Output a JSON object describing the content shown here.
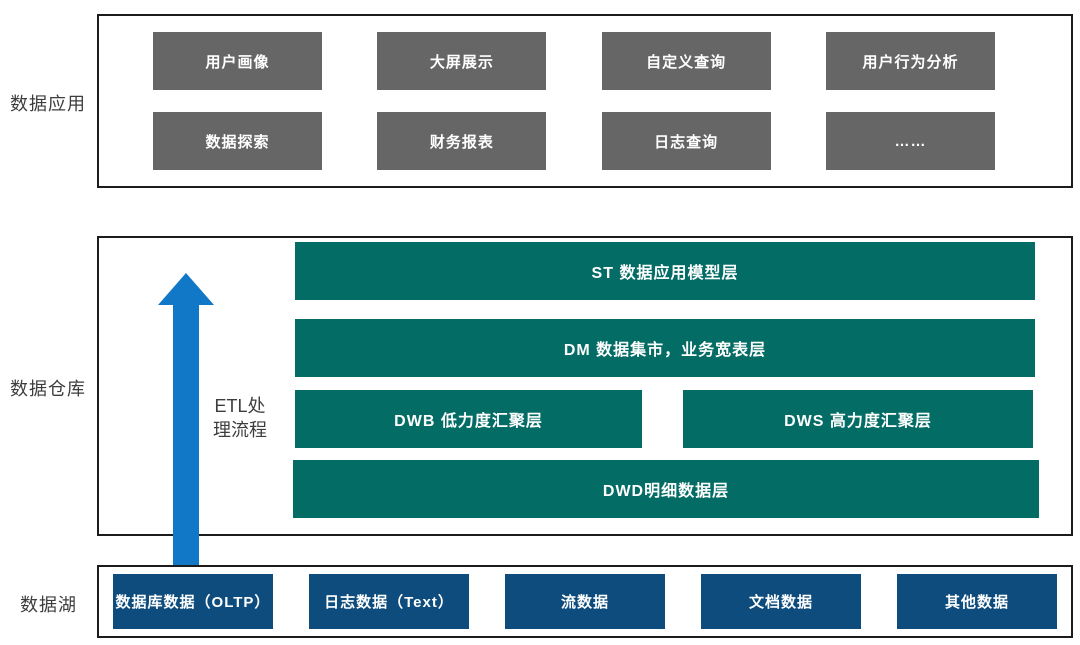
{
  "labels": {
    "application": "数据应用",
    "warehouse": "数据仓库",
    "lake": "数据湖"
  },
  "application_layer": {
    "row1": [
      "用户画像",
      "大屏展示",
      "自定义查询",
      "用户行为分析"
    ],
    "row2": [
      "数据探索",
      "财务报表",
      "日志查询",
      "……"
    ]
  },
  "warehouse_layer": {
    "etl_label": "ETL处\n理流程",
    "st": "ST 数据应用模型层",
    "dm": "DM 数据集市，业务宽表层",
    "dwb": "DWB 低力度汇聚层",
    "dws": "DWS 高力度汇聚层",
    "dwd": "DWD明细数据层"
  },
  "lake_layer": {
    "boxes": [
      "数据库数据（OLTP）",
      "日志数据（Text）",
      "流数据",
      "文档数据",
      "其他数据"
    ]
  },
  "colors": {
    "application_box": "#666666",
    "warehouse_box": "#026C65",
    "lake_box": "#0D4C7C",
    "etl_arrow": "#1178C7",
    "container_border": "#1c1c1c",
    "label_text": "#3d3d3d",
    "box_text": "#ffffff"
  }
}
